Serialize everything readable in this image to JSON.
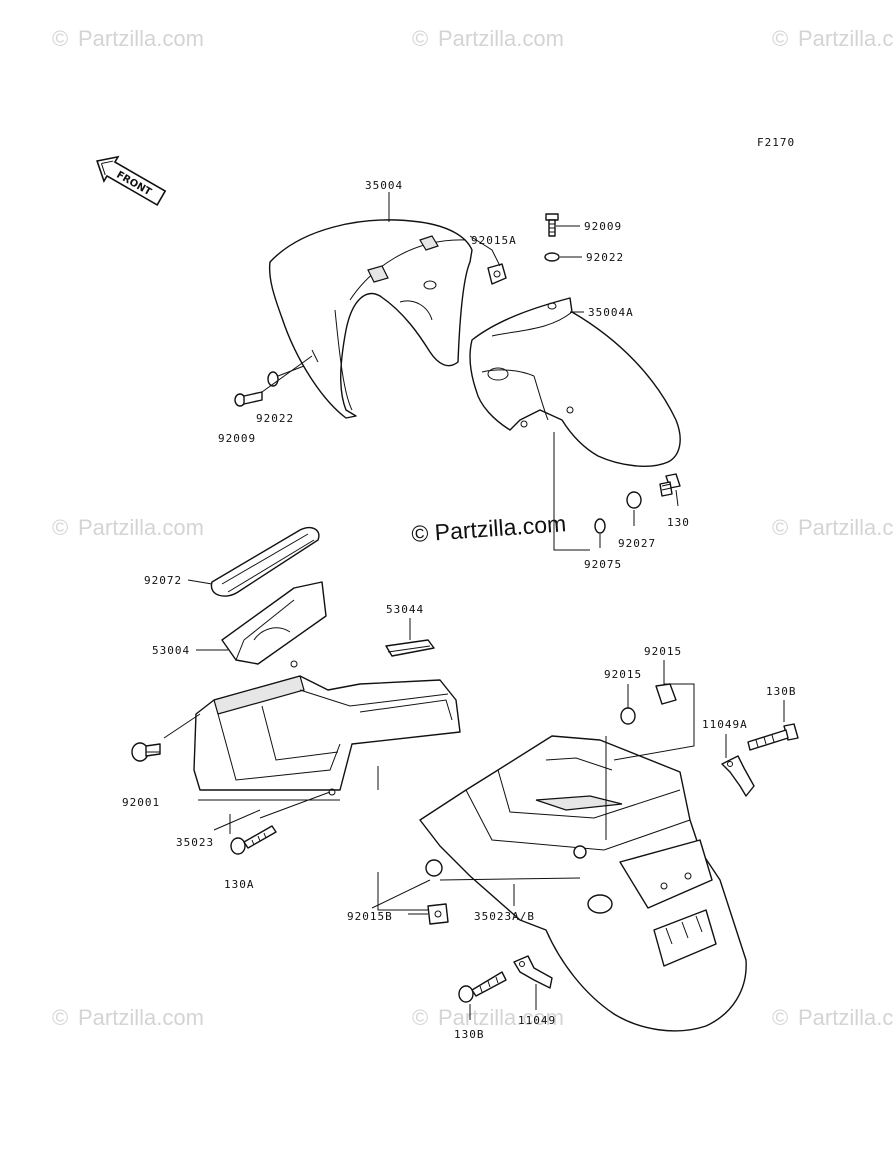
{
  "watermark": "Partzilla.com",
  "watermark_center": "© Partzilla.com",
  "figure_code": "F2170",
  "front_arrow_label": "FRONT",
  "part_labels": {
    "p35004": "35004",
    "p92015A": "92015A",
    "p92009_top": "92009",
    "p92022_top": "92022",
    "p35004A": "35004A",
    "p92022_left": "92022",
    "p92009_left": "92009",
    "p130": "130",
    "p92027": "92027",
    "p92075": "92075",
    "p92072": "92072",
    "p53004": "53004",
    "p53044": "53044",
    "p92015_right": "92015",
    "p92015_mid": "92015",
    "p130B_right": "130B",
    "p11049A": "11049A",
    "p92001": "92001",
    "p35023": "35023",
    "p130A": "130A",
    "p92015B": "92015B",
    "p35023AB": "35023A/B",
    "p130B_bottom": "130B",
    "p11049": "11049"
  }
}
